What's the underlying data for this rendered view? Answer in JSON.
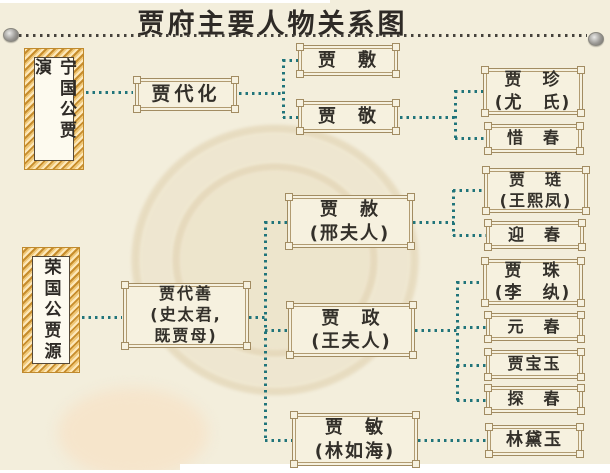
{
  "title": "贾府主要人物关系图",
  "ancestors": {
    "ning": {
      "label": "宁国公贾演"
    },
    "rong": {
      "label": "荣国公贾源"
    }
  },
  "nodes": {
    "jiadaihua": {
      "label": "贾代化"
    },
    "jiafu": {
      "label": "贾　敷"
    },
    "jiajing": {
      "label": "贾　敬"
    },
    "jiazhen": {
      "label": "贾　珍\n(尤　氏)"
    },
    "xichun": {
      "label": "惜　春"
    },
    "jialian": {
      "label": "贾　琏\n(王熙凤)"
    },
    "yingchun": {
      "label": "迎　春"
    },
    "jiashe": {
      "label": "贾　赦\n(邢夫人)"
    },
    "jiadaishan": {
      "label": "贾代善\n(史太君,\n既贾母)"
    },
    "jiazheng": {
      "label": "贾　政\n(王夫人)"
    },
    "jiazhu": {
      "label": "贾　珠\n(李　纨)"
    },
    "yuanchun": {
      "label": "元　春"
    },
    "jiabaoyu": {
      "label": "贾宝玉"
    },
    "tanchun": {
      "label": "探　春"
    },
    "jiamin": {
      "label": "贾　敏\n(林如海)"
    },
    "lindaiyu": {
      "label": "林黛玉"
    }
  },
  "relations": [
    {
      "from": "宁国公贾演",
      "to": [
        "贾代化"
      ]
    },
    {
      "from": "贾代化",
      "to": [
        "贾敷",
        "贾敬"
      ]
    },
    {
      "from": "贾敬",
      "to": [
        "贾珍(尤氏)",
        "惜春"
      ]
    },
    {
      "from": "荣国公贾源",
      "to": [
        "贾代善(史太君,既贾母)"
      ]
    },
    {
      "from": "贾代善",
      "to": [
        "贾赦(邢夫人)",
        "贾政(王夫人)",
        "贾敏(林如海)"
      ]
    },
    {
      "from": "贾赦",
      "to": [
        "贾琏(王熙凤)",
        "迎春"
      ]
    },
    {
      "from": "贾政",
      "to": [
        "贾珠(李纨)",
        "元春",
        "贾宝玉",
        "探春"
      ]
    },
    {
      "from": "贾敏",
      "to": [
        "林黛玉"
      ]
    }
  ],
  "colors": {
    "background": "#f3eedc",
    "box_border": "#a28c62",
    "connector_dots": "#20747a",
    "ornate_gold": "#d9a245",
    "title_text": "#2e2a26",
    "rule_dots": "#45423c"
  }
}
